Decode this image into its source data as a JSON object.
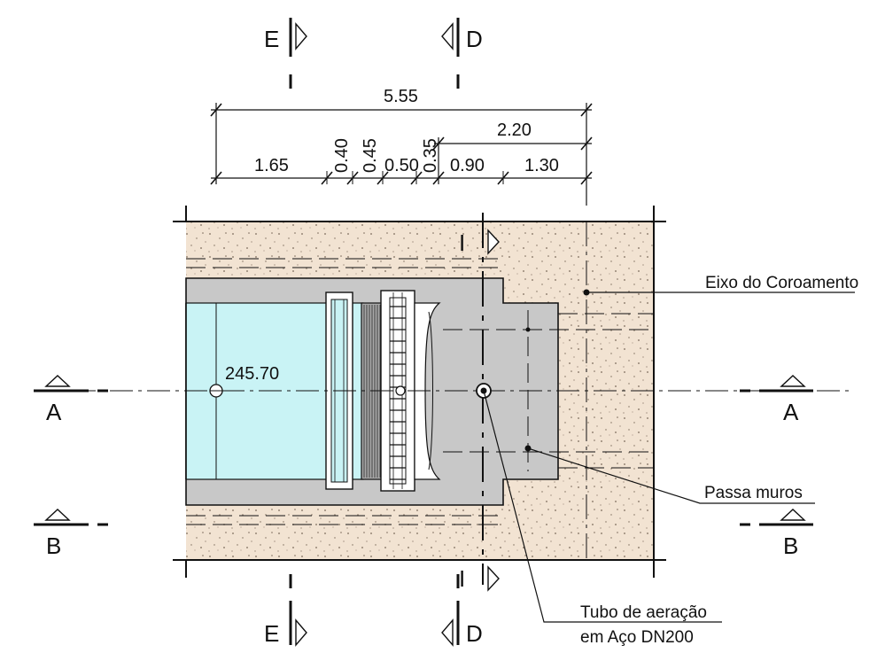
{
  "drawing": {
    "dimensions": {
      "overall": "5.55",
      "right_partial": "2.20",
      "d1": "1.65",
      "d2": "0.40",
      "d3": "0.45",
      "d4": "0.50",
      "d5": "0.35",
      "d6": "0.90",
      "d7": "1.30"
    },
    "elevation": "245.70",
    "section_marks": {
      "a": "A",
      "b": "B",
      "d": "D",
      "e": "E",
      "i": "I"
    },
    "labels": {
      "crest_axis": "Eixo do Coroamento",
      "wall_sleeves": "Passa muros",
      "aeration_tube_line1": "Tubo de aeração",
      "aeration_tube_line2": "em Aço DN200"
    },
    "colors": {
      "soil": "#f2e3d2",
      "concrete": "#c8c8c8",
      "water": "#c9f3f5",
      "line": "#111111"
    }
  }
}
